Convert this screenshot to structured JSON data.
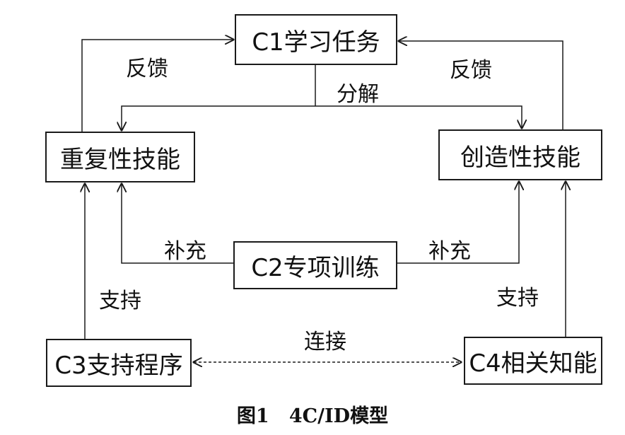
{
  "nodes": {
    "c1": "C1学习任务",
    "repetitive": "重复性技能",
    "creative": "创造性技能",
    "c2": "C2专项训练",
    "c3": "C3支持程序",
    "c4": "C4相关知能"
  },
  "edge_labels": {
    "feedback_left": "反馈",
    "feedback_right": "反馈",
    "decompose": "分解",
    "supplement_left": "补充",
    "supplement_right": "补充",
    "support_left": "支持",
    "support_right": "支持",
    "connect": "连接"
  },
  "caption": "图1   4C/ID模型"
}
